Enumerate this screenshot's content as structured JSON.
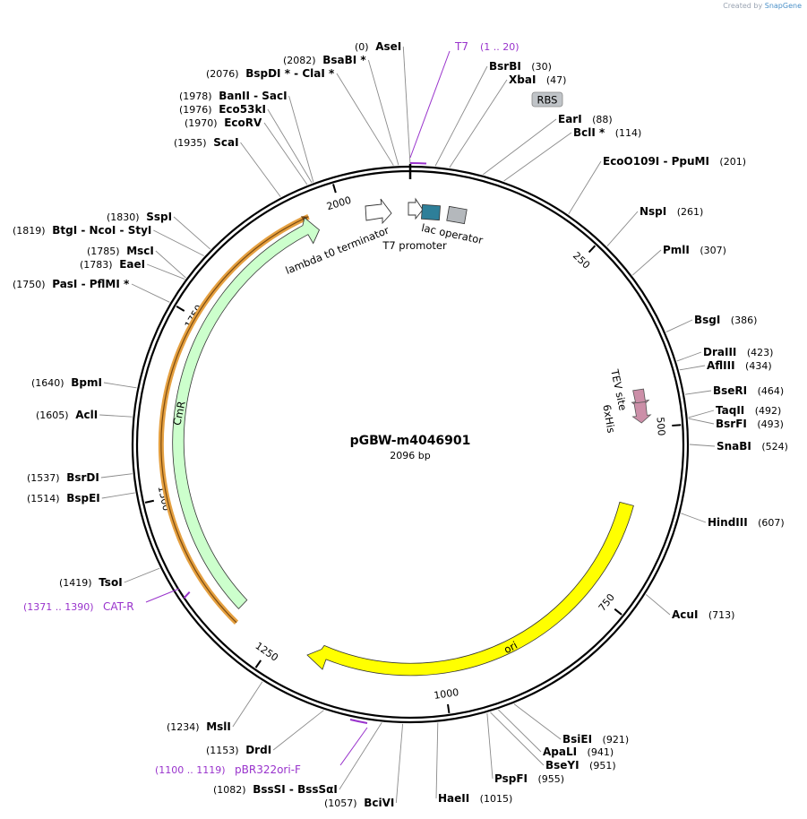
{
  "watermark": {
    "prefix": "Created by",
    "brand": "SnapGene"
  },
  "plasmid": {
    "name": "pGBW-m4046901",
    "size": "2096 bp",
    "length": 2096
  },
  "ticks": [
    {
      "value": 250,
      "label": "250"
    },
    {
      "value": 500,
      "label": "500"
    },
    {
      "value": 750,
      "label": "750"
    },
    {
      "value": 1000,
      "label": "1000"
    },
    {
      "value": 1250,
      "label": "1250"
    },
    {
      "value": 1500,
      "label": "1500"
    },
    {
      "value": 1750,
      "label": "1750"
    },
    {
      "value": 2000,
      "label": "2000"
    }
  ],
  "sites": [
    {
      "text": "AseI",
      "pos": "(0)",
      "bp": 0
    },
    {
      "text": "BsaBI *",
      "pos": "(2082)",
      "bp": 2082
    },
    {
      "text": "BspDI * - ClaI *",
      "pos": "(2076)",
      "bp": 2076
    },
    {
      "text": "BsrBI",
      "pos": "(30)",
      "bp": 30
    },
    {
      "text": "XbaI",
      "pos": "(47)",
      "bp": 47
    },
    {
      "text": "BanII - SacI",
      "pos": "(1978)",
      "bp": 1978
    },
    {
      "text": "Eco53kI",
      "pos": "(1976)",
      "bp": 1976
    },
    {
      "text": "EcoRV",
      "pos": "(1970)",
      "bp": 1970
    },
    {
      "text": "EarI",
      "pos": "(88)",
      "bp": 88
    },
    {
      "text": "BclI *",
      "pos": "(114)",
      "bp": 114
    },
    {
      "text": "ScaI",
      "pos": "(1935)",
      "bp": 1935
    },
    {
      "text": "EcoO109I - PpuMI",
      "pos": "(201)",
      "bp": 201
    },
    {
      "text": "NspI",
      "pos": "(261)",
      "bp": 261
    },
    {
      "text": "SspI",
      "pos": "(1830)",
      "bp": 1830
    },
    {
      "text": "BtgI - NcoI - StyI",
      "pos": "(1819)",
      "bp": 1819
    },
    {
      "text": "PmlI",
      "pos": "(307)",
      "bp": 307
    },
    {
      "text": "MscI",
      "pos": "(1785)",
      "bp": 1785
    },
    {
      "text": "EaeI",
      "pos": "(1783)",
      "bp": 1783
    },
    {
      "text": "PasI - PflMI *",
      "pos": "(1750)",
      "bp": 1750
    },
    {
      "text": "BsgI",
      "pos": "(386)",
      "bp": 386
    },
    {
      "text": "DraIII",
      "pos": "(423)",
      "bp": 423
    },
    {
      "text": "AflIII",
      "pos": "(434)",
      "bp": 434
    },
    {
      "text": "BpmI",
      "pos": "(1640)",
      "bp": 1640
    },
    {
      "text": "BseRI",
      "pos": "(464)",
      "bp": 464
    },
    {
      "text": "AclI",
      "pos": "(1605)",
      "bp": 1605
    },
    {
      "text": "TaqII",
      "pos": "(492)",
      "bp": 492
    },
    {
      "text": "BsrFI",
      "pos": "(493)",
      "bp": 493
    },
    {
      "text": "SnaBI",
      "pos": "(524)",
      "bp": 524
    },
    {
      "text": "BsrDI",
      "pos": "(1537)",
      "bp": 1537
    },
    {
      "text": "BspEI",
      "pos": "(1514)",
      "bp": 1514
    },
    {
      "text": "HindIII",
      "pos": "(607)",
      "bp": 607
    },
    {
      "text": "TsoI",
      "pos": "(1419)",
      "bp": 1419
    },
    {
      "text": "AcuI",
      "pos": "(713)",
      "bp": 713
    },
    {
      "text": "MslI",
      "pos": "(1234)",
      "bp": 1234
    },
    {
      "text": "BsiEI",
      "pos": "(921)",
      "bp": 921
    },
    {
      "text": "DrdI",
      "pos": "(1153)",
      "bp": 1153
    },
    {
      "text": "ApaLI",
      "pos": "(941)",
      "bp": 941
    },
    {
      "text": "BseYI",
      "pos": "(951)",
      "bp": 951
    },
    {
      "text": "PspFI",
      "pos": "(955)",
      "bp": 955
    },
    {
      "text": "BssSI - BssSαI",
      "pos": "(1082)",
      "bp": 1082
    },
    {
      "text": "HaeII",
      "pos": "(1015)",
      "bp": 1015
    },
    {
      "text": "BciVI",
      "pos": "(1057)",
      "bp": 1057
    }
  ],
  "primers": [
    {
      "name": "T7",
      "range": "(1 .. 20)",
      "start": 1,
      "end": 20
    },
    {
      "name": "CAT-R",
      "range": "(1371 .. 1390)",
      "start": 1371,
      "end": 1390
    },
    {
      "name": "pBR322ori-F",
      "range": "(1100 .. 1119)",
      "start": 1100,
      "end": 1119
    }
  ],
  "features": [
    {
      "name": "CmR",
      "color": "#ccffcc",
      "type": "arc"
    },
    {
      "name": "ori",
      "color": "#ffff00",
      "type": "arc"
    },
    {
      "name": "lambda t0 terminator",
      "color": "#ffffff",
      "type": "terminator"
    },
    {
      "name": "T7 promoter",
      "color": "#ffffff",
      "type": "promoter"
    },
    {
      "name": "lac operator",
      "color": "#2e7f99",
      "type": "box"
    },
    {
      "name": "RBS",
      "color": "#c0c4c8",
      "type": "box"
    },
    {
      "name": "TEV site",
      "color": "#cc8fa8",
      "type": "arrow"
    },
    {
      "name": "6xHis",
      "color": "#cc8fa8",
      "type": "arrow"
    }
  ],
  "colors": {
    "backbone": "#000000",
    "primer": "#9933cc",
    "orf_outline": "#e5a040"
  }
}
